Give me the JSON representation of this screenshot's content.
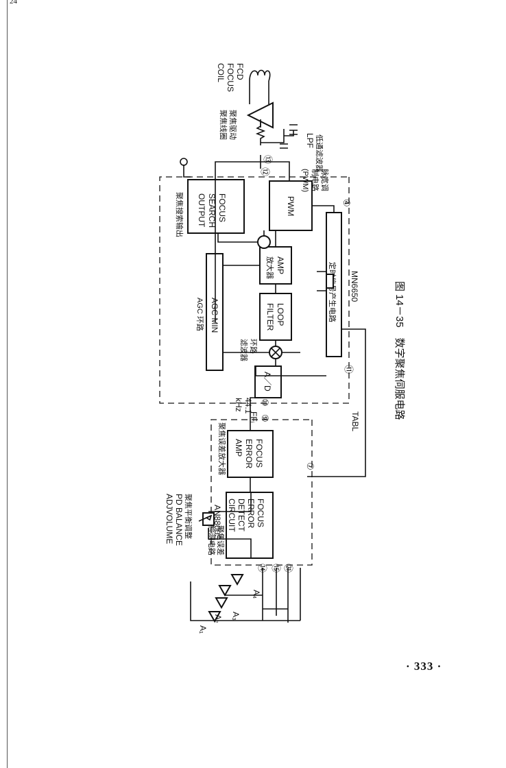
{
  "page": {
    "top_mark": "24",
    "number": "· 333 ·"
  },
  "figure": {
    "caption": "图 14－35　数字聚焦伺服电路"
  },
  "blocks": {
    "detect": {
      "line1": "FOCUS",
      "line2": "ERROR",
      "line3": "DETECT",
      "line4": "CIRCUIT",
      "cn1": "聚焦误差",
      "cn2": "检测电路"
    },
    "amp_error": {
      "line1": "FOCUS",
      "line2": "ERROR",
      "line3": "AMP",
      "cn": "聚焦误差放大器"
    },
    "ad": {
      "label": "A／D"
    },
    "loop": {
      "line1": "LOOP",
      "line2": "FILTER",
      "cn1": "环路",
      "cn2": "滤波器"
    },
    "amp": {
      "line1": "AMP",
      "cn": "放大器"
    },
    "agc": {
      "label": "AGC MIN",
      "cn": "AGC 环路"
    },
    "pwm": {
      "label": "PWM",
      "cn1": "脉宽调",
      "cn2": "制电路",
      "cn3": "(PWM)"
    },
    "search": {
      "line1": "FOCUS",
      "line2": "SEARCH",
      "line3": "OUTPUT",
      "cn": "聚焦搜索输出"
    },
    "timing": {
      "cn": "定时信号产生电路"
    }
  },
  "chips": {
    "an": "AN8800S",
    "mn": "MN6650"
  },
  "labels": {
    "ffi": "FFᵢ",
    "freq1": "44.1",
    "freq2": "kHz",
    "tabl": "TABL",
    "pd1": "聚焦平衡调整",
    "pd2": "PD BALANCE",
    "pd3": "ADJVOLUME",
    "fcd1": "FCD",
    "fcd2": "FOCUS",
    "fcd3": "COIL",
    "coil_cn1": "聚焦驱动",
    "coil_cn2": "聚焦线圈",
    "lpf": "LPF",
    "lpf_cn": "低通滤波器"
  },
  "diodes": [
    "A₁",
    "A₂",
    "A₃",
    "A₄"
  ],
  "pins": [
    "⑭",
    "⑮",
    "㉑",
    "⑦",
    "⑨",
    "⑩",
    "⑪",
    "⑫",
    "⑬",
    "④"
  ]
}
